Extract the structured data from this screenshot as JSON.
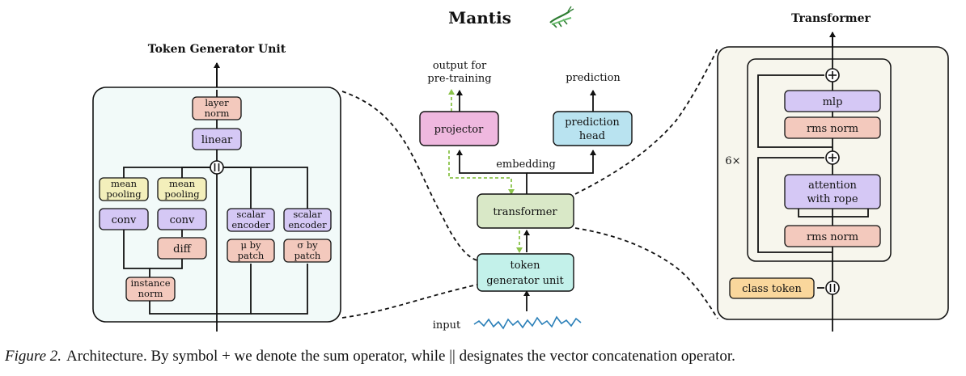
{
  "title": "Mantis",
  "caption": {
    "label": "Figure 2.",
    "text": "Architecture. By symbol + we denote the sum operator, while || designates the vector concatenation operator."
  },
  "token_generator_panel": {
    "title": "Token Generator Unit",
    "layer_norm": [
      "layer",
      "norm"
    ],
    "linear": "linear",
    "mean_pooling_1": [
      "mean",
      "pooling"
    ],
    "mean_pooling_2": [
      "mean",
      "pooling"
    ],
    "conv_1": "conv",
    "conv_2": "conv",
    "diff": "diff",
    "scalar_encoder_1": [
      "scalar",
      "encoder"
    ],
    "scalar_encoder_2": [
      "scalar",
      "encoder"
    ],
    "mu_by_patch": [
      "μ by",
      "patch"
    ],
    "sigma_by_patch": [
      "σ by",
      "patch"
    ],
    "instance_norm": [
      "instance",
      "norm"
    ]
  },
  "center_flow": {
    "output_for_pretraining": [
      "output for",
      "pre-training"
    ],
    "prediction": "prediction",
    "projector": "projector",
    "prediction_head": [
      "prediction",
      "head"
    ],
    "embedding": "embedding",
    "transformer": "transformer",
    "token_generator_unit": [
      "token",
      "generator unit"
    ],
    "input": "input"
  },
  "transformer_panel": {
    "title": "Transformer",
    "repeat": "6×",
    "mlp": "mlp",
    "rms_norm_top": "rms norm",
    "attention": [
      "attention",
      "with rope"
    ],
    "rms_norm_bottom": "rms norm",
    "class_token": "class token"
  },
  "colors": {
    "purple": "#d5c8f5",
    "salmon": "#f3c9bd",
    "yellow": "#f3efbb",
    "pink": "#efb8df",
    "blue": "#b9e3f0",
    "green": "#d9e8c7",
    "cyan": "#c3f1ea",
    "orange": "#fad79c",
    "tgu_panel": "#f2faf9",
    "transformer_panel": "#f7f6ed",
    "dashed_green": "#8bc34a",
    "signal_blue": "#2a7fb8"
  }
}
